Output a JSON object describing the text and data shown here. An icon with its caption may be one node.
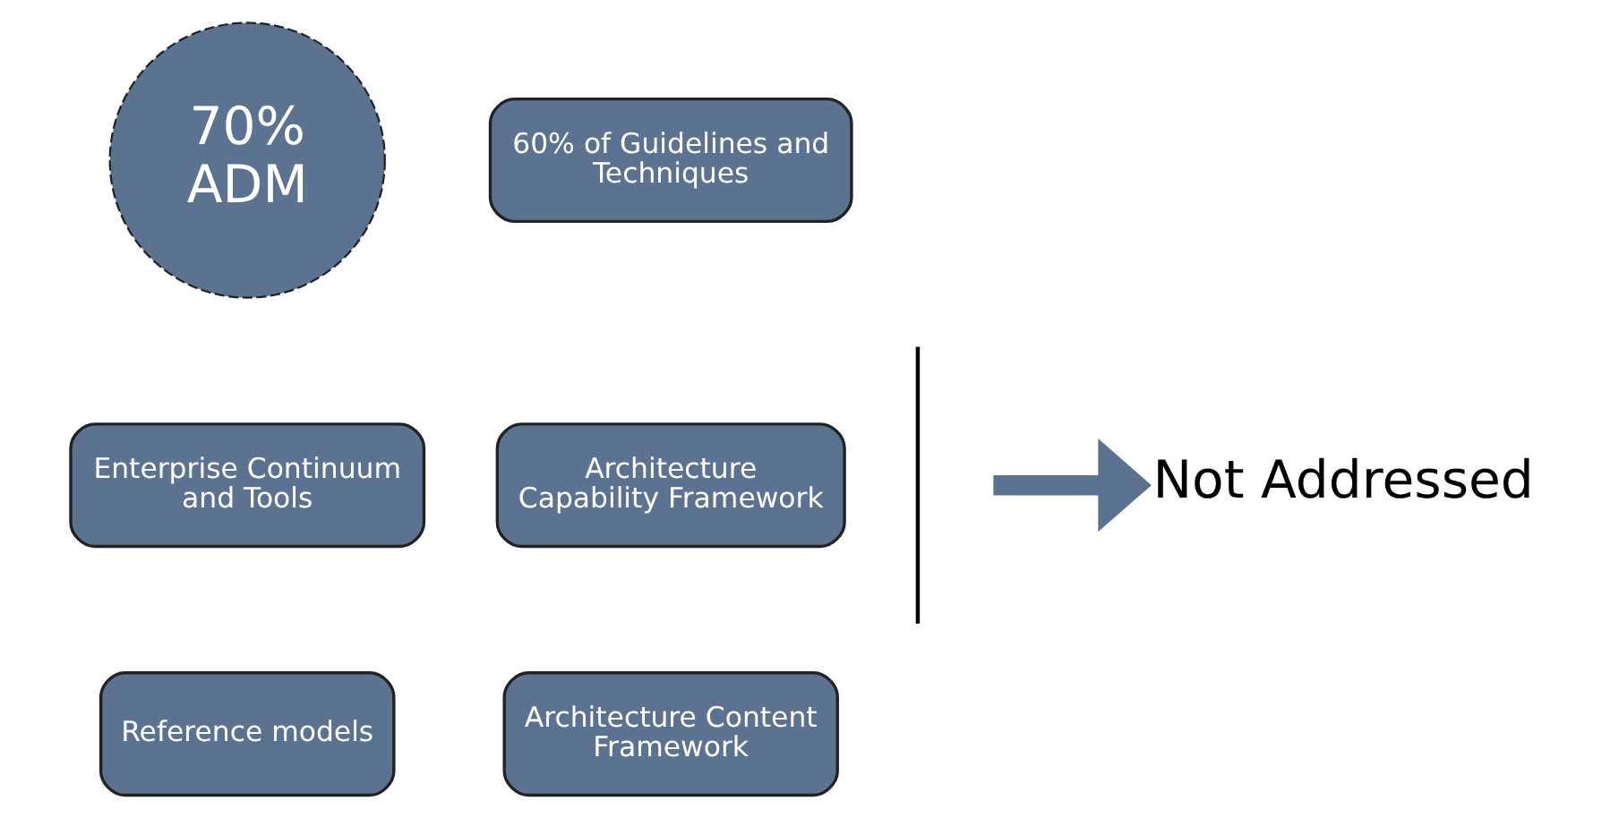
{
  "diagram": {
    "nodes": [
      {
        "text": [
          "70% ADM"
        ]
      },
      {
        "text": [
          "60% of Guidelines and Techniques"
        ]
      },
      {
        "text": [
          "Enterprise Continuum and Tools"
        ]
      },
      {
        "text": [
          "Architecture Capability Framework"
        ]
      },
      {
        "text": [
          "Reference models"
        ]
      },
      {
        "text": [
          "Architecture Content Framework"
        ]
      },
      {
        "text": [
          "Not Addressed"
        ]
      }
    ],
    "edges": [
      {
        "from": null,
        "to": 6,
        "arrow": "to"
      }
    ]
  }
}
